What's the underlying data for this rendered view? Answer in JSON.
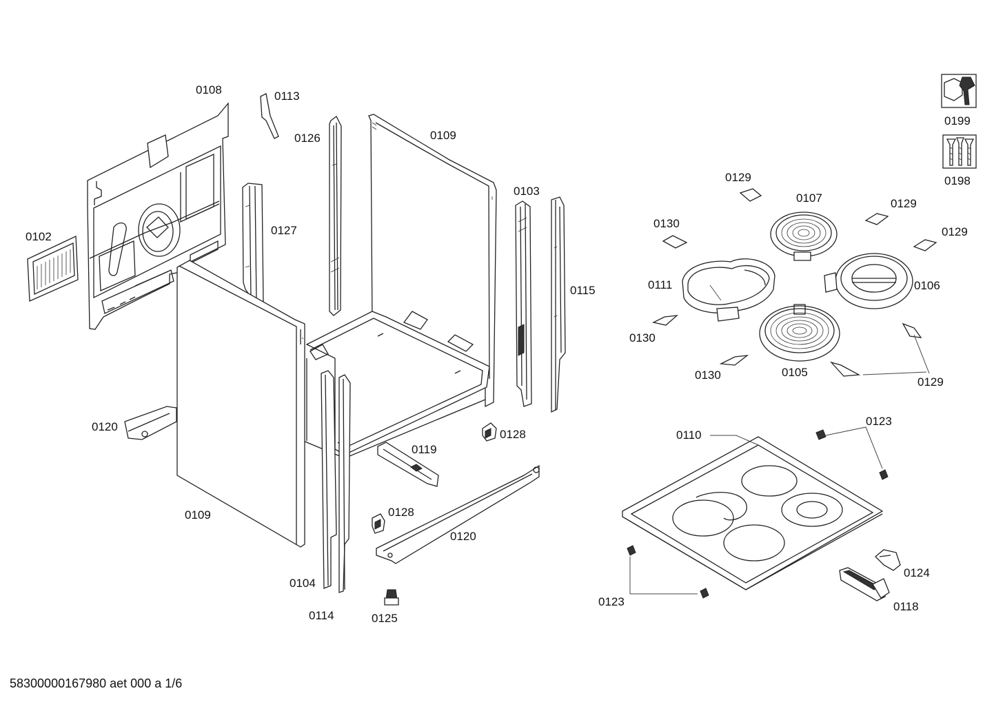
{
  "labels": {
    "p0108": "0108",
    "p0113": "0113",
    "p0126": "0126",
    "p0109_top": "0109",
    "p0103": "0103",
    "p0102": "0102",
    "p0127": "0127",
    "p0115": "0115",
    "p0120_left": "0120",
    "p0119": "0119",
    "p0128_top": "0128",
    "p0109_front": "0109",
    "p0128_bottom": "0128",
    "p0120_bottom": "0120",
    "p0104": "0104",
    "p0114": "0114",
    "p0125": "0125",
    "p0199": "0199",
    "p0198": "0198",
    "p0129_a": "0129",
    "p0107": "0107",
    "p0129_b": "0129",
    "p0130_a": "0130",
    "p0129_c": "0129",
    "p0111": "0111",
    "p0106": "0106",
    "p0130_b": "0130",
    "p0130_c": "0130",
    "p0105": "0105",
    "p0129_d": "0129",
    "p0110": "0110",
    "p0123_a": "0123",
    "p0124": "0124",
    "p0123_b": "0123",
    "p0118": "0118"
  },
  "footer": "58300000167980 aet 000 a 1/6",
  "icons": {
    "tools": "wrench-icon",
    "screws": "screws-icon"
  }
}
